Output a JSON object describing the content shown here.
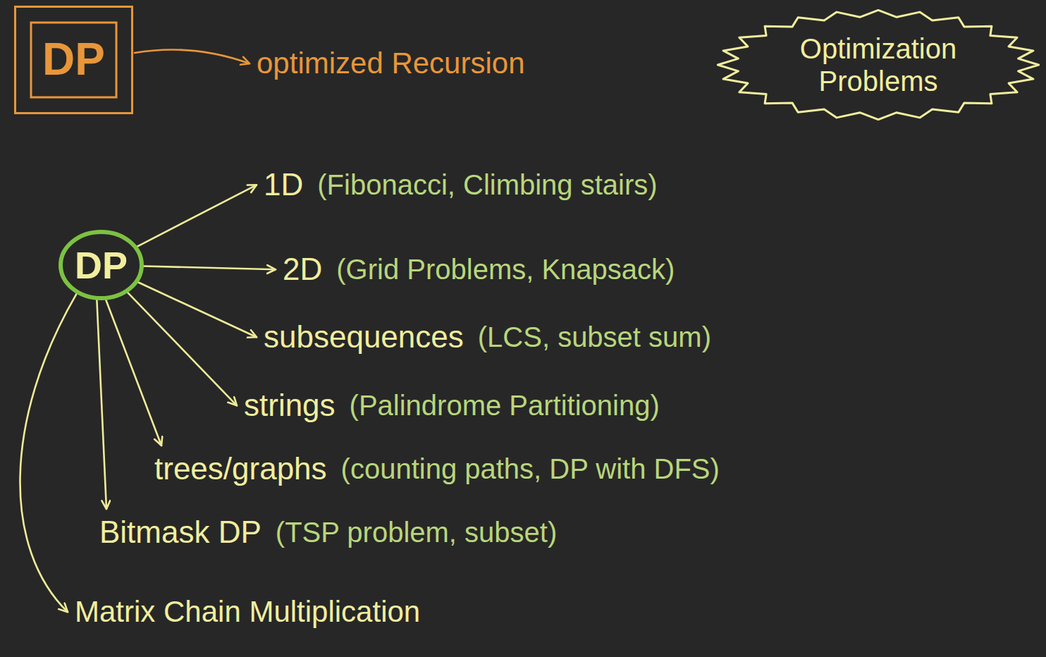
{
  "diagram": {
    "nodes": [
      {
        "text": [
          "DP"
        ]
      },
      {
        "text": [
          "optimized Recursion"
        ]
      },
      {
        "text": [
          "Optimization Problems"
        ]
      },
      {
        "text": [
          "DP"
        ]
      },
      {
        "text": [
          "1D",
          "(Fibonacci, Climbing stairs)"
        ]
      },
      {
        "text": [
          "2D",
          "(Grid Problems, Knapsack)"
        ]
      },
      {
        "text": [
          "subsequences",
          "(LCS, subset sum)"
        ]
      },
      {
        "text": [
          "strings",
          "(Palindrome Partitioning)"
        ]
      },
      {
        "text": [
          "trees/graphs",
          "(counting paths, DP with DFS)"
        ]
      },
      {
        "text": [
          "Bitmask DP",
          "(TSP problem, subset)"
        ]
      },
      {
        "text": [
          "Matrix Chain Multiplication"
        ]
      }
    ],
    "edges": [
      {
        "from": 0,
        "to": 1,
        "arrow": "to"
      },
      {
        "from": 3,
        "to": 4,
        "arrow": "to"
      },
      {
        "from": 3,
        "to": 5,
        "arrow": "to"
      },
      {
        "from": 3,
        "to": 6,
        "arrow": "to"
      },
      {
        "from": 3,
        "to": 7,
        "arrow": "to"
      },
      {
        "from": 3,
        "to": 8,
        "arrow": "to"
      },
      {
        "from": 3,
        "to": 9,
        "arrow": "to"
      },
      {
        "from": 3,
        "to": 10,
        "arrow": "to"
      }
    ]
  }
}
